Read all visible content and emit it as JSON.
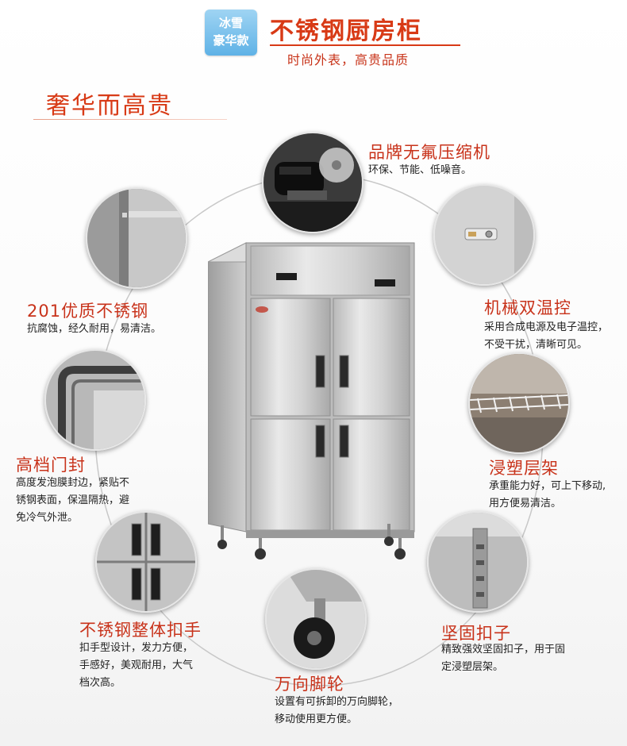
{
  "header": {
    "badge_line1": "冰雪",
    "badge_line2": "豪华款",
    "title": "不锈钢厨房柜",
    "subtitle": "时尚外表，高贵品质"
  },
  "section": {
    "title": "奢华而高贵"
  },
  "features": {
    "compressor": {
      "title": "品牌无氟压缩机",
      "desc": "环保、节能、低噪音。"
    },
    "steel": {
      "title": "201优质不锈钢",
      "desc": "抗腐蚀，经久耐用，易清洁。"
    },
    "thermostat": {
      "title": "机械双温控",
      "desc1": "采用合成电源及电子温控，",
      "desc2": "不受干扰，清晰可见。"
    },
    "seal": {
      "title": "高档门封",
      "desc1": "高度发泡膜封边，紧贴不",
      "desc2": "锈钢表面，保温隔热，避",
      "desc3": "免冷气外泄。"
    },
    "shelf": {
      "title": "浸塑层架",
      "desc1": "承重能力好，可上下移动,",
      "desc2": "用方便易清洁。"
    },
    "handle": {
      "title": "不锈钢整体扣手",
      "desc1": "扣手型设计，发力方便，",
      "desc2": "手感好，美观耐用，大气",
      "desc3": "档次高。"
    },
    "clip": {
      "title": "坚固扣子",
      "desc1": "精致强效坚固扣子，用于固",
      "desc2": "定浸塑层架。"
    },
    "caster": {
      "title": "万向脚轮",
      "desc1": "设置有可拆卸的万向脚轮，",
      "desc2": "移动使用更方便。"
    }
  },
  "colors": {
    "accent": "#d83a16",
    "badge": "#5fb2e6",
    "steel": "#c9c9c9"
  },
  "icons": {
    "compressor": "compressor-photo",
    "steel": "steel-corner-photo",
    "thermostat": "thermostat-photo",
    "seal": "door-seal-photo",
    "shelf": "wire-shelf-photo",
    "handle": "recessed-handle-photo",
    "clip": "shelf-clip-photo",
    "caster": "caster-wheel-photo",
    "fridge": "four-door-fridge-photo"
  }
}
